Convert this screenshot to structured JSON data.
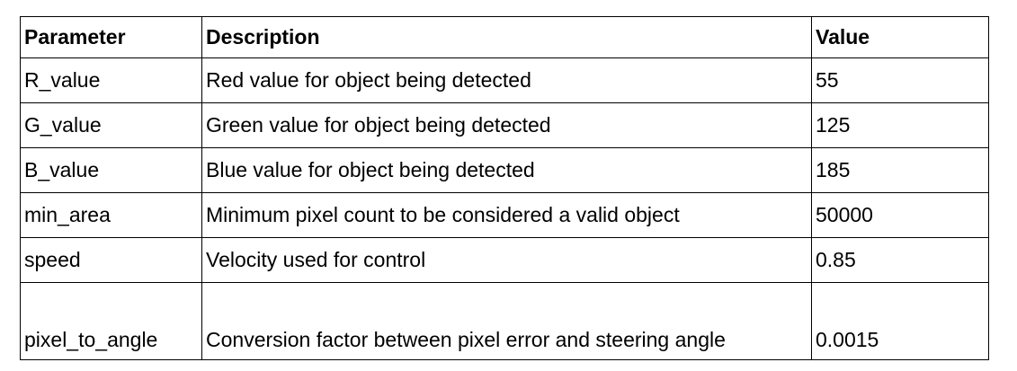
{
  "table": {
    "headers": {
      "parameter": "Parameter",
      "description": "Description",
      "value": "Value"
    },
    "rows": [
      {
        "parameter": "R_value",
        "description": "Red value for object being detected",
        "value": "55"
      },
      {
        "parameter": "G_value",
        "description": "Green value for object being detected",
        "value": "125"
      },
      {
        "parameter": "B_value",
        "description": "Blue value for object being detected",
        "value": "185"
      },
      {
        "parameter": "min_area",
        "description": "Minimum pixel count to be considered a valid object",
        "value": "50000"
      },
      {
        "parameter": "speed",
        "description": "Velocity used for control",
        "value": "0.85"
      },
      {
        "parameter": "pixel_to_angle",
        "description": "Conversion factor between pixel error and steering angle",
        "value": "0.0015"
      }
    ]
  }
}
